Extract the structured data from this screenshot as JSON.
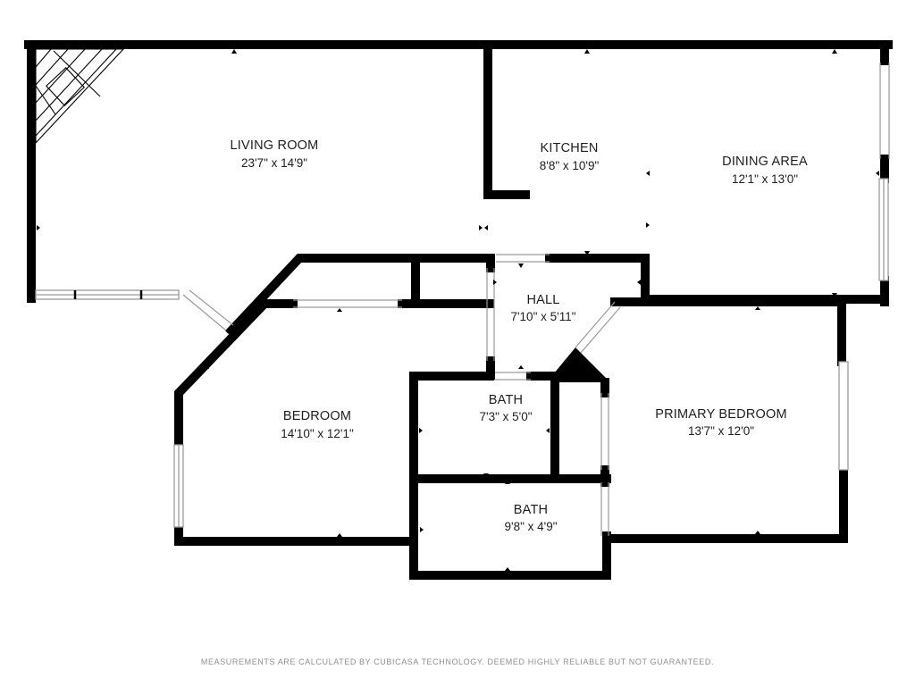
{
  "rooms": {
    "living_room": {
      "name": "LIVING ROOM",
      "dims": "23'7\" x 14'9\""
    },
    "kitchen": {
      "name": "KITCHEN",
      "dims": "8'8\" x 10'9\""
    },
    "dining_area": {
      "name": "DINING AREA",
      "dims": "12'1\" x 13'0\""
    },
    "hall": {
      "name": "HALL",
      "dims": "7'10\" x 5'11\""
    },
    "bedroom": {
      "name": "BEDROOM",
      "dims": "14'10\" x 12'1\""
    },
    "bath_1": {
      "name": "BATH",
      "dims": "7'3\" x 5'0\""
    },
    "bath_2": {
      "name": "BATH",
      "dims": "9'8\" x 4'9\""
    },
    "primary_bedroom": {
      "name": "PRIMARY BEDROOM",
      "dims": "13'7\" x 12'0\""
    }
  },
  "disclaimer": "MEASUREMENTS ARE CALCULATED BY CUBICASA TECHNOLOGY. DEEMED HIGHLY RELIABLE BUT NOT GUARANTEED.",
  "colors": {
    "wall": "#000000",
    "window": "#9a9a9a",
    "text": "#1e1e1e",
    "disclaimer": "#8f8f8f"
  }
}
